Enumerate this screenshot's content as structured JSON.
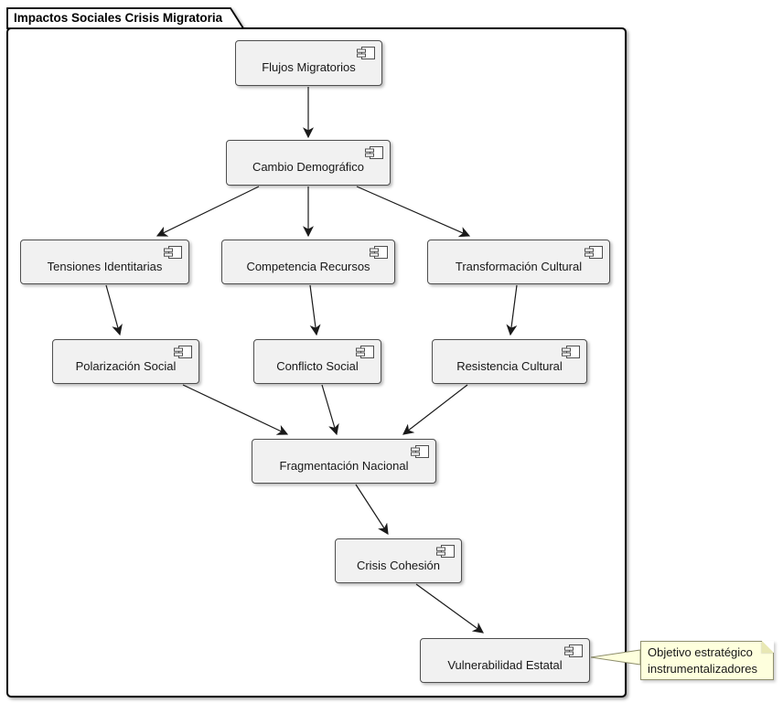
{
  "diagram": {
    "title": "Impactos Sociales Crisis Migratoria",
    "type": "component-diagram",
    "nodes": [
      {
        "label": "Flujos Migratorios"
      },
      {
        "label": "Cambio Demográfico"
      },
      {
        "label": "Tensiones Identitarias"
      },
      {
        "label": "Competencia Recursos"
      },
      {
        "label": "Transformación Cultural"
      },
      {
        "label": "Polarización Social"
      },
      {
        "label": "Conflicto Social"
      },
      {
        "label": "Resistencia Cultural"
      },
      {
        "label": "Fragmentación Nacional"
      },
      {
        "label": "Crisis Cohesión"
      },
      {
        "label": "Vulnerabilidad Estatal"
      }
    ],
    "edges": [
      {
        "from": "Flujos Migratorios",
        "to": "Cambio Demográfico"
      },
      {
        "from": "Cambio Demográfico",
        "to": "Tensiones Identitarias"
      },
      {
        "from": "Cambio Demográfico",
        "to": "Competencia Recursos"
      },
      {
        "from": "Cambio Demográfico",
        "to": "Transformación Cultural"
      },
      {
        "from": "Tensiones Identitarias",
        "to": "Polarización Social"
      },
      {
        "from": "Competencia Recursos",
        "to": "Conflicto Social"
      },
      {
        "from": "Transformación Cultural",
        "to": "Resistencia Cultural"
      },
      {
        "from": "Polarización Social",
        "to": "Fragmentación Nacional"
      },
      {
        "from": "Conflicto Social",
        "to": "Fragmentación Nacional"
      },
      {
        "from": "Resistencia Cultural",
        "to": "Fragmentación Nacional"
      },
      {
        "from": "Fragmentación Nacional",
        "to": "Crisis Cohesión"
      },
      {
        "from": "Crisis Cohesión",
        "to": "Vulnerabilidad Estatal"
      }
    ],
    "note": {
      "line1": "Objetivo estratégico",
      "line2": "instrumentalizadores",
      "attached_to": "Vulnerabilidad Estatal"
    },
    "colors": {
      "node_fill": "#F1F1F1",
      "node_border": "#4e4e4e",
      "note_fill": "#FEFFDD",
      "note_border": "#8f8f6e",
      "frame_border": "#000000",
      "arrow": "#1a1a1a"
    }
  }
}
